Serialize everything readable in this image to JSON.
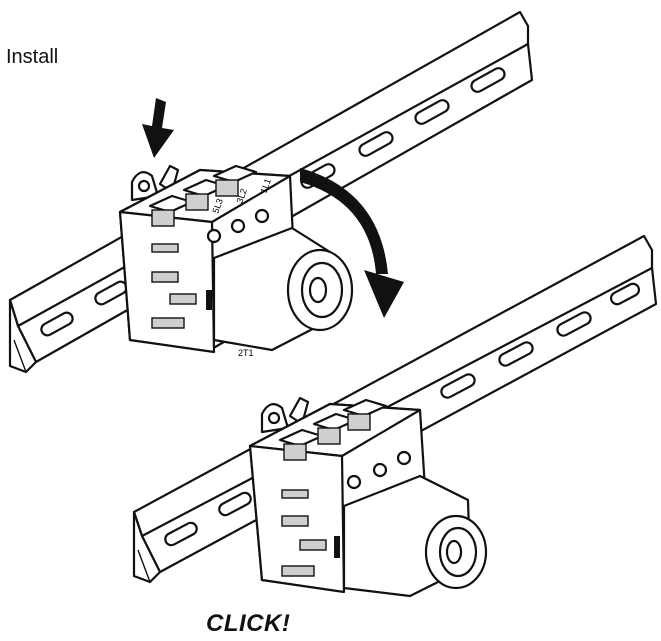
{
  "labels": {
    "install": "Install",
    "click": "CLICK!",
    "terminals_top": [
      "5L3",
      "3L2",
      "1L1"
    ],
    "terminal_bottom": "2T1"
  },
  "colors": {
    "line": "#111111",
    "fill": "#ffffff",
    "shade": "#cfcfcf"
  },
  "icons": [
    "down-arrow-icon",
    "rotate-arrow-icon"
  ]
}
